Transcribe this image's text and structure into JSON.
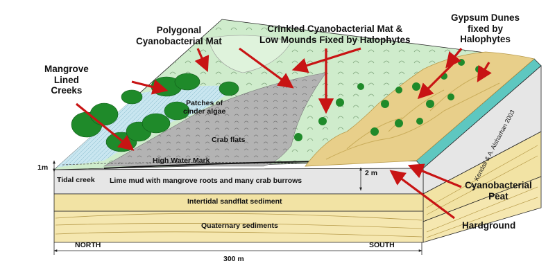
{
  "colors": {
    "accent_arrow": "#c81414",
    "mangrove": "#1f8a2a",
    "mat_light": "#cfeccc",
    "crab_flats": "#b3b3b3",
    "tidal_water": "#c9e6f0",
    "gypsum_dunes": "#e8cf8a",
    "sand_layer": "#f2e3a4",
    "lime_mud": "#e6e6e6",
    "peat": "#5ec7c0"
  },
  "labels": {
    "polygonal_mat": [
      "Polygonal",
      "Cyanobacterial Mat"
    ],
    "crinkled_mat": [
      "Crinkled Cyanobacterial Mat &",
      "Low Mounds Fixed by Halophytes"
    ],
    "gypsum_dunes": [
      "Gypsum Dunes",
      "fixed by",
      "Halophytes"
    ],
    "mangrove_creeks": [
      "Mangrove",
      "Lined",
      "Creeks"
    ],
    "cinder_algae": [
      "Patches of",
      "cinder algae"
    ],
    "crab_flats": "Crab flats",
    "high_water_mark": "High Water Mark",
    "tidal_creek": "Tidal creek",
    "lime_mud": "Lime mud with mangrove roots and many crab burrows",
    "intertidal_sandflat": "Intertidal sandflat sediment",
    "quaternary": "Quaternary sediments",
    "cyanobacterial_peat": [
      "Cyanobacterial",
      "Peat"
    ],
    "hardground": "Hardground",
    "scale_1m": "1m",
    "scale_2m": "2 m",
    "north": "NORTH",
    "south": "SOUTH",
    "distance": "300 m",
    "credit": "C. Kendall & A. Alsharhan 2003"
  }
}
